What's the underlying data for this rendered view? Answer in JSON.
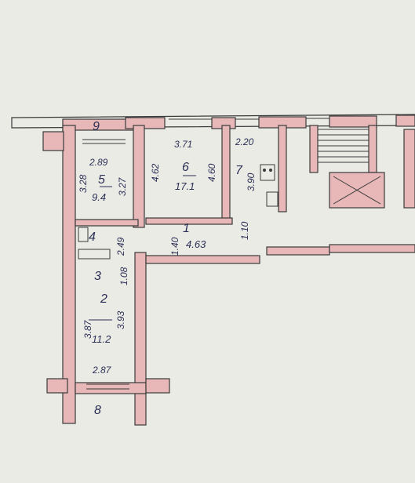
{
  "plan": {
    "room_numbers": {
      "r1": "1",
      "r2": "2",
      "r3": "3",
      "r4": "4",
      "r5": "5",
      "r6": "6",
      "r7": "7",
      "r8": "8",
      "r9": "9"
    },
    "areas": {
      "r1": "4.63",
      "r2": "11.2",
      "r5": "9.4",
      "r6": "17.1"
    },
    "dimensions": {
      "d289": "2.89",
      "d328": "3.28",
      "d327": "3.27",
      "d371": "3.71",
      "d462": "4.62",
      "d460": "4.60",
      "d220": "2.20",
      "d390": "3.90",
      "d140": "1.40",
      "d249": "2.49",
      "d110": "1.10",
      "d108": "1.08",
      "d387": "3.87",
      "d393": "3.93",
      "d287": "2.87"
    }
  }
}
